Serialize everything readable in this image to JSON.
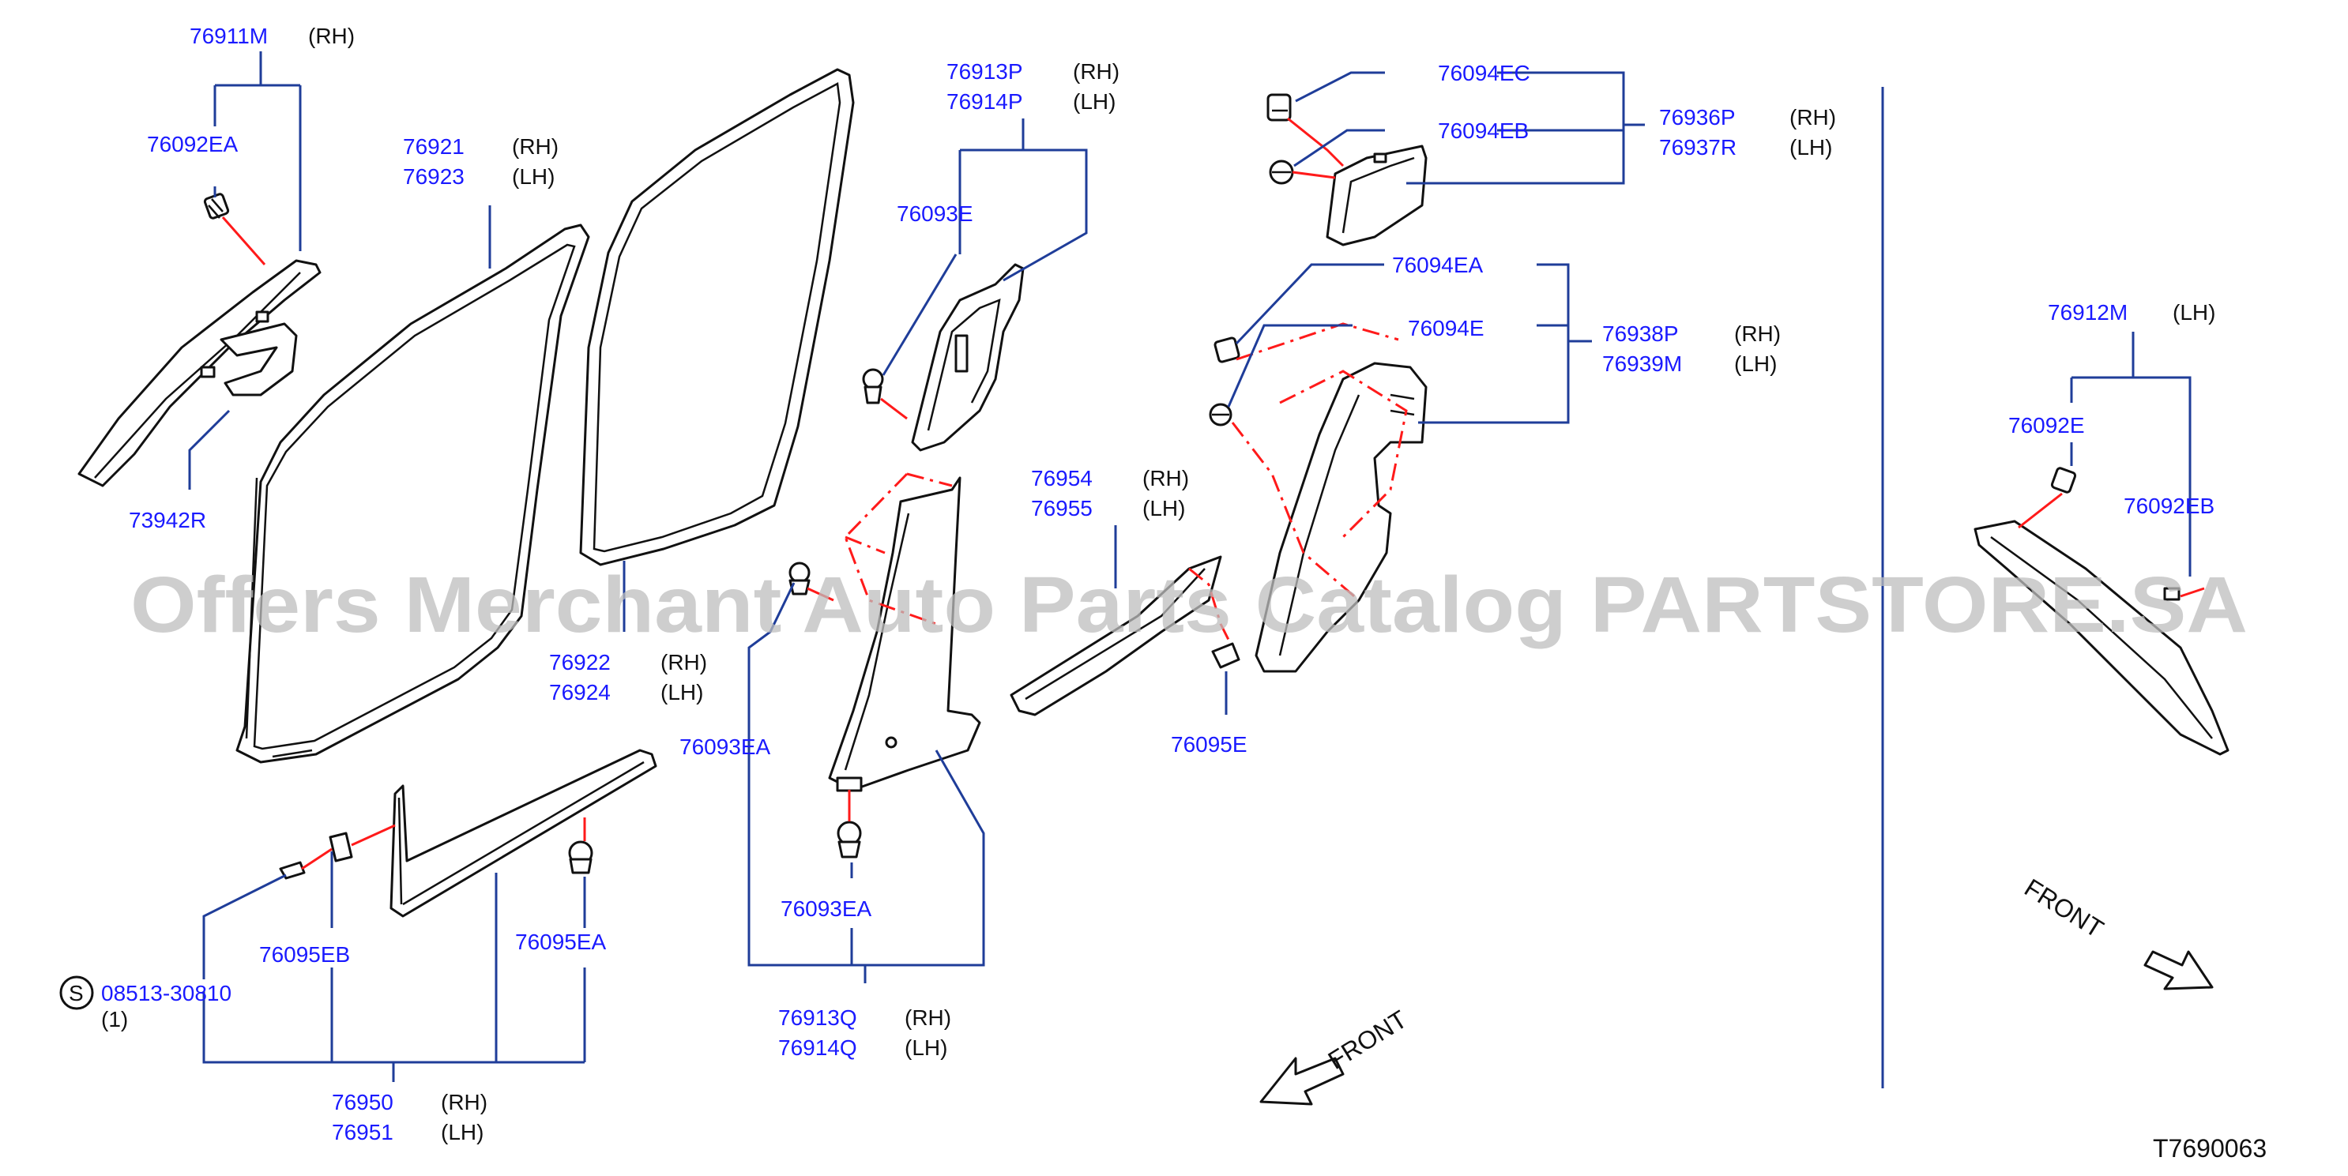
{
  "watermark": "Offers Merchant Auto Parts Catalog PARTSTORE.SA",
  "diagram_code": "T7690063",
  "front_left": "FRONT",
  "front_right": "FRONT",
  "labels": {
    "p76911M": "76911M",
    "p76911M_s": "(RH)",
    "p76092EA": "76092EA",
    "p73942R": "73942R",
    "p76921": "76921",
    "p76921_s": "(RH)",
    "p76923": "76923",
    "p76923_s": "(LH)",
    "p76922": "76922",
    "p76922_s": "(RH)",
    "p76924": "76924",
    "p76924_s": "(LH)",
    "p76913P": "76913P",
    "p76913P_s": "(RH)",
    "p76914P": "76914P",
    "p76914P_s": "(LH)",
    "p76093E": "76093E",
    "p76093EA_a": "76093EA",
    "p76093EA_b": "76093EA",
    "p76913Q": "76913Q",
    "p76913Q_s": "(RH)",
    "p76914Q": "76914Q",
    "p76914Q_s": "(LH)",
    "p76954": "76954",
    "p76954_s": "(RH)",
    "p76955": "76955",
    "p76955_s": "(LH)",
    "p76095E": "76095E",
    "p76094EC": "76094EC",
    "p76094EB": "76094EB",
    "p76936P": "76936P",
    "p76936P_s": "(RH)",
    "p76937R": "76937R",
    "p76937R_s": "(LH)",
    "p76094EA": "76094EA",
    "p76094E": "76094E",
    "p76938P": "76938P",
    "p76938P_s": "(RH)",
    "p76939M": "76939M",
    "p76939M_s": "(LH)",
    "p76912M": "76912M",
    "p76912M_s": "(LH)",
    "p76092E": "76092E",
    "p76092EB": "76092EB",
    "p76095EB": "76095EB",
    "p76095EA": "76095EA",
    "s_symbol": "S",
    "p08513": "08513-30810",
    "p08513_q": "(1)",
    "p76950": "76950",
    "p76950_s": "(RH)",
    "p76951": "76951",
    "p76951_s": "(LH)"
  }
}
